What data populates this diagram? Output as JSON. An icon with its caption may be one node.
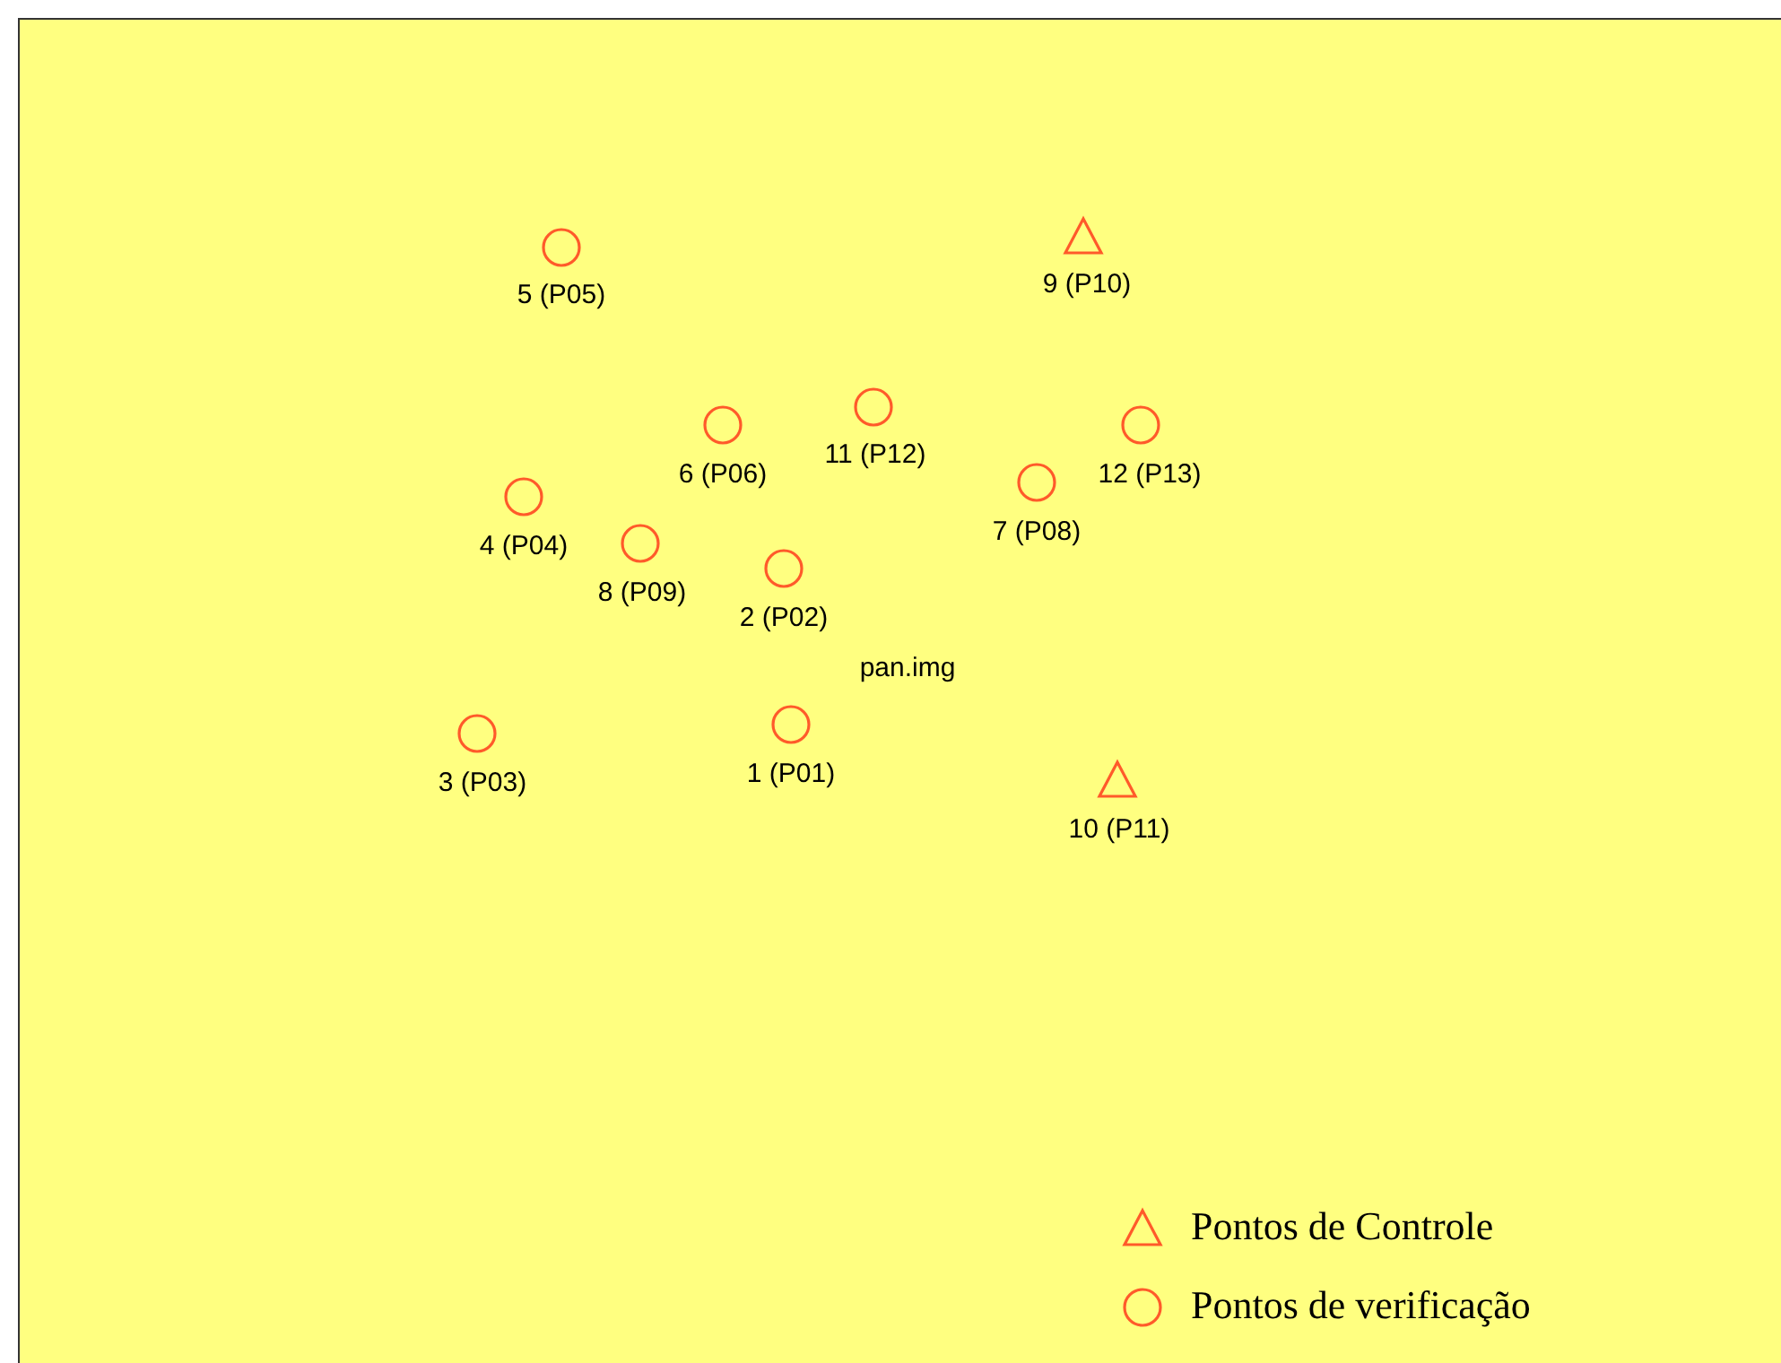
{
  "diagram": {
    "nodes": [
      {
        "text": [],
        "shape": "triangle",
        "beside": [
          "9 (P10)"
        ]
      },
      {
        "text": [],
        "shape": "circle",
        "beside": [
          "5 (P05)"
        ]
      },
      {
        "text": [],
        "shape": "circle",
        "beside": [
          "11 (P12)"
        ]
      },
      {
        "text": [],
        "shape": "circle",
        "beside": [
          "6 (P06)"
        ]
      },
      {
        "text": [],
        "shape": "circle",
        "beside": [
          "12 (P13)"
        ]
      },
      {
        "text": [],
        "shape": "circle",
        "beside": [
          "7 (P08)"
        ]
      },
      {
        "text": [],
        "shape": "circle",
        "beside": [
          "4 (P04)"
        ]
      },
      {
        "text": [],
        "shape": "circle",
        "beside": [
          "8 (P09)"
        ]
      },
      {
        "text": [],
        "shape": "circle",
        "beside": [
          "2 (P02)"
        ]
      },
      {
        "text": [],
        "shape": "circle",
        "beside": [
          "1 (P01)"
        ]
      },
      {
        "text": [],
        "shape": "circle",
        "beside": [
          "3 (P03)"
        ]
      },
      {
        "text": [],
        "shape": "triangle",
        "beside": [
          "10 (P11)"
        ]
      }
    ],
    "labels": [
      "pan.img"
    ],
    "legend": [
      {
        "text": "Pontos de Controle"
      },
      {
        "text": "Pontos de verificação"
      }
    ]
  }
}
